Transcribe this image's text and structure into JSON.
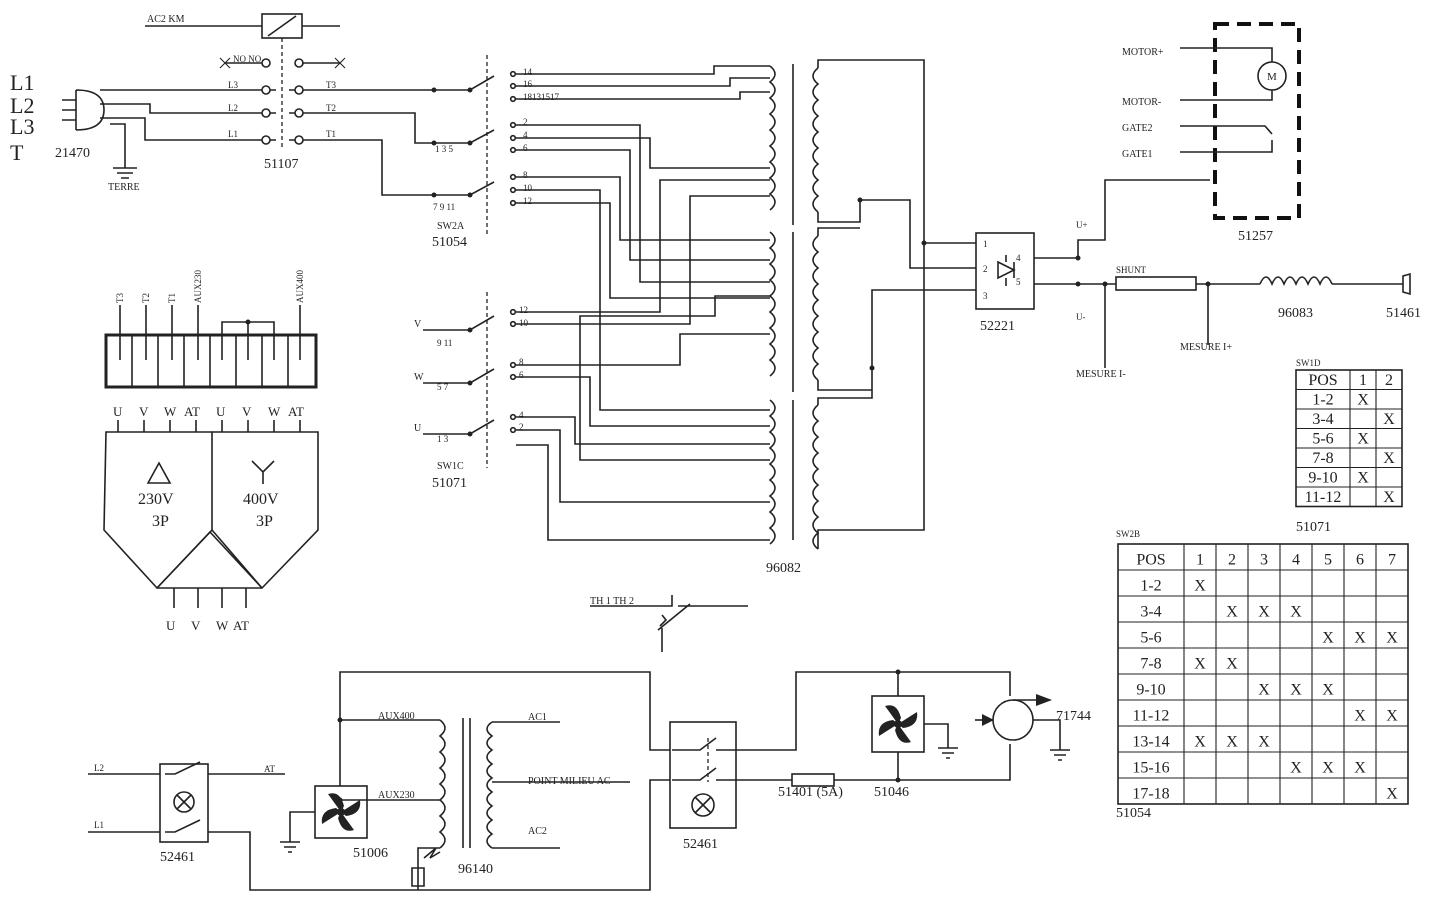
{
  "mains": {
    "phases": [
      "L1",
      "L2",
      "L3",
      "T"
    ],
    "plug_ref": "21470",
    "earth_label": "TERRE"
  },
  "contactor": {
    "coil_label": "AC2 KM",
    "contact_label": "NO NO",
    "inputs": [
      "L3",
      "L2",
      "L1"
    ],
    "outputs": [
      "T3",
      "T2",
      "T1"
    ],
    "ref": "51107"
  },
  "sw2a": {
    "name": "SW2A",
    "ref": "51054",
    "common_labels": [
      "1 3 5",
      "7 9 11"
    ],
    "terminals": [
      "14",
      "16",
      "18131517",
      "2",
      "4",
      "6",
      "8",
      "10",
      "12"
    ]
  },
  "sw1c": {
    "name": "SW1C",
    "ref": "51071",
    "inputs": [
      "V",
      "W",
      "U"
    ],
    "common_labels": [
      "9  11",
      "5  7",
      "1  3"
    ],
    "terminals": [
      "12",
      "10",
      "8",
      "6",
      "4",
      "2"
    ]
  },
  "transformer": {
    "ref": "96082"
  },
  "rectifier": {
    "ref": "52221",
    "pins": [
      "1",
      "2",
      "3",
      "4",
      "5"
    ]
  },
  "motor_box": {
    "ref": "51257",
    "labels": [
      "MOTOR+",
      "MOTOR-",
      "GATE2",
      "GATE1"
    ],
    "motor_symbol": "M"
  },
  "output": {
    "u_plus": "U+",
    "u_minus": "U-",
    "shunt": "SHUNT",
    "mesure_plus": "MESURE I+",
    "mesure_minus": "MESURE I-",
    "inductor_ref": "96083",
    "connector_ref": "51461"
  },
  "terminal_block": {
    "top_labels": [
      "T3",
      "T2",
      "T1",
      "AUX230",
      "AUX400"
    ],
    "bottom_labels": [
      "U",
      "V",
      "W",
      "AT",
      "U",
      "V",
      "W",
      "AT"
    ],
    "delta_voltage": "230V",
    "delta_phase": "3P",
    "star_voltage": "400V",
    "star_phase": "3P",
    "output_labels": [
      "U",
      "V",
      "W",
      "AT"
    ]
  },
  "thermal": {
    "label": "TH 1 TH 2"
  },
  "aux_circuit": {
    "inputs": [
      "L2",
      "L1"
    ],
    "at_label": "AT",
    "switch_ref": "52461",
    "fan1_ref": "51006",
    "aux_transformer_ref": "96140",
    "primary_labels": [
      "AUX400",
      "AUX230"
    ],
    "secondary_labels": [
      "AC1",
      "POINT MILIEU AC",
      "AC2"
    ],
    "switch2_ref": "52461",
    "fuse_ref": "51401 (5A)",
    "fan2_ref": "51046",
    "pump_ref": "71744"
  },
  "sw1d_table": {
    "title": "SW1D",
    "headers": [
      "POS",
      "1",
      "2"
    ],
    "rows": [
      [
        "1-2",
        "X",
        ""
      ],
      [
        "3-4",
        "",
        "X"
      ],
      [
        "5-6",
        "X",
        ""
      ],
      [
        "7-8",
        "",
        "X"
      ],
      [
        "9-10",
        "X",
        ""
      ],
      [
        "11-12",
        "",
        "X"
      ]
    ],
    "ref": "51071"
  },
  "sw2b_table": {
    "title": "SW2B",
    "headers": [
      "POS",
      "1",
      "2",
      "3",
      "4",
      "5",
      "6",
      "7"
    ],
    "rows": [
      [
        "1-2",
        "X",
        "",
        "",
        "",
        "",
        "",
        ""
      ],
      [
        "3-4",
        "",
        "X",
        "X",
        "X",
        "",
        "",
        ""
      ],
      [
        "5-6",
        "",
        "",
        "",
        "",
        "X",
        "X",
        "X"
      ],
      [
        "7-8",
        "X",
        "X",
        "",
        "",
        "",
        "",
        ""
      ],
      [
        "9-10",
        "",
        "",
        "X",
        "X",
        "X",
        "",
        ""
      ],
      [
        "11-12",
        "",
        "",
        "",
        "",
        "",
        "X",
        "X"
      ],
      [
        "13-14",
        "X",
        "X",
        "X",
        "",
        "",
        "",
        ""
      ],
      [
        "15-16",
        "",
        "",
        "",
        "X",
        "X",
        "X",
        ""
      ],
      [
        "17-18",
        "",
        "",
        "",
        "",
        "",
        "",
        "X"
      ]
    ],
    "ref": "51054"
  }
}
